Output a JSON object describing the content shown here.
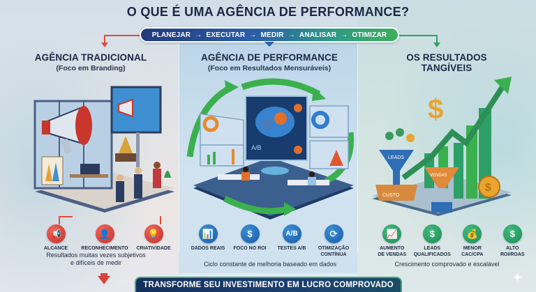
{
  "title": "O QUE É UMA AGÊNCIA DE PERFORMANCE?",
  "process": {
    "steps": [
      "PLANEJAR",
      "EXECUTAR",
      "MEDIR",
      "ANALISAR",
      "OTIMIZAR"
    ],
    "separator": "→"
  },
  "columns": [
    {
      "heading": "AGÊNCIA TRADICIONAL",
      "subheading": "(Foco em Branding)",
      "illustration": "office-megaphone-billboard-trophy",
      "accent_color": "#e14c3c",
      "items": [
        {
          "icon": "megaphone-icon",
          "glyph": "📢",
          "label": "ALCANCE"
        },
        {
          "icon": "person-award-icon",
          "glyph": "👤",
          "label": "RECONHECIMENTO"
        },
        {
          "icon": "lightbulb-icon",
          "glyph": "💡",
          "label": "CRIATIVIDADE"
        }
      ],
      "caption_line1": "Resultados muitas vezes subjetivos",
      "caption_line2": "e difíceis de medir"
    },
    {
      "heading": "AGÊNCIA DE PERFORMANCE",
      "subheading": "(Foco em Resultados Mensuráveis)",
      "illustration": "data-brain-dashboards-cycle",
      "accent_color": "#1a5aa5",
      "items": [
        {
          "icon": "bar-chart-icon",
          "glyph": "📊",
          "label": "DADOS REAIS"
        },
        {
          "icon": "dollar-cycle-icon",
          "glyph": "$",
          "label": "FOCO NO ROI"
        },
        {
          "icon": "ab-test-icon",
          "glyph": "A/B",
          "label": "TESTES A/B"
        },
        {
          "icon": "refresh-icon",
          "glyph": "⟳",
          "label": "OTIMIZAÇÃO",
          "label2": "CONTÍNUA"
        }
      ],
      "caption_line1": "Ciclo constante de melhoria baseado em dados",
      "panel_labels": {
        "ab": "A/B",
        "funnel_leads": "LEADS",
        "funnel_sales": "VENDAS",
        "cost_box": "CUSTO"
      }
    },
    {
      "heading_line1": "OS RESULTADOS",
      "heading_line2": "TANGÍVEIS",
      "illustration": "growth-funnel-chart",
      "accent_color": "#2fa06a",
      "items": [
        {
          "icon": "growth-chart-icon",
          "glyph": "📈",
          "label": "AUMENTO",
          "label2": "DE VENDAS"
        },
        {
          "icon": "dollar-icon",
          "glyph": "$",
          "label": "LEADS",
          "label2": "QUALIFICADOS"
        },
        {
          "icon": "money-bag-hand-icon",
          "glyph": "💰",
          "label": "MENOR",
          "label2": "CAC/CPA"
        },
        {
          "icon": "dollar-cycle-icon",
          "glyph": "$",
          "label": "ALTO",
          "label2": "ROI/ROAS"
        }
      ],
      "caption_line1": "Crescimento comprovado e escalável"
    }
  ],
  "illustration_text": {
    "funnel_leads": "LEADS",
    "funnel_sales": "VENDAS",
    "cost_box": "CUSTO",
    "ab": "A/B"
  },
  "cta": "TRANSFORME SEU INVESTIMENTO EM LUCRO COMPROVADO",
  "colors": {
    "title": "#1c2745",
    "red_accent": "#e14c3c",
    "blue_accent": "#1a5aa5",
    "green_accent": "#2fa06a",
    "cta_bg": "#14305c"
  }
}
